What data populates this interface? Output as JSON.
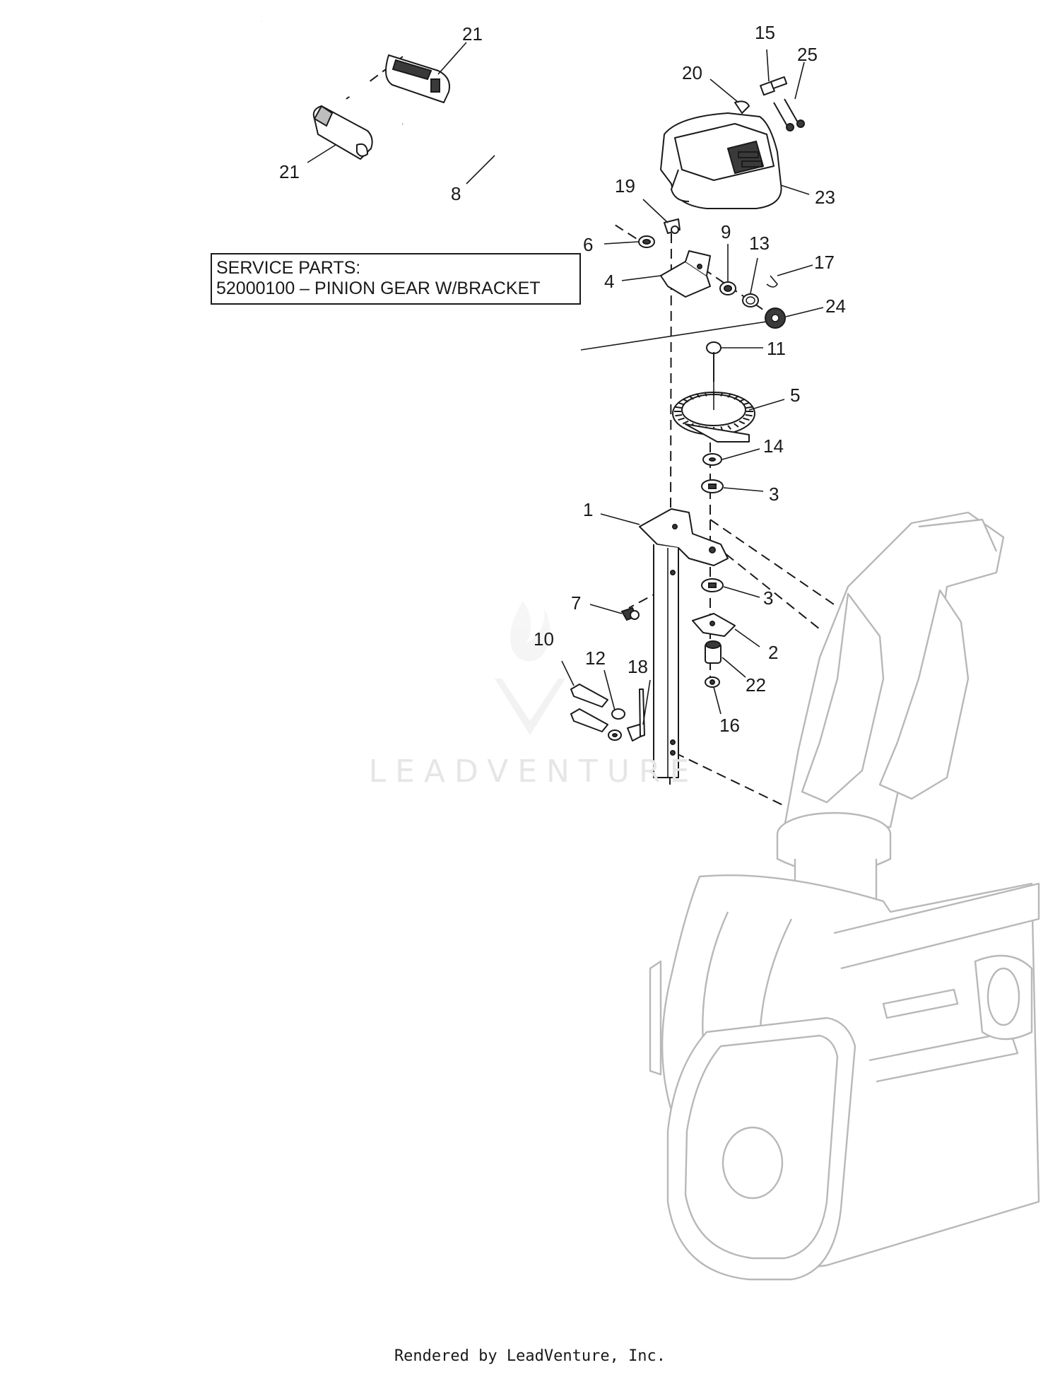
{
  "service_box": {
    "line1": "SERVICE PARTS:",
    "line2": "52000100 – PINION GEAR W/BRACKET"
  },
  "watermark": {
    "text": "LEADVENTURE"
  },
  "footer": {
    "text": "Rendered by LeadVenture, Inc."
  },
  "callouts": [
    "21",
    "21",
    "8",
    "15",
    "25",
    "20",
    "23",
    "19",
    "6",
    "9",
    "13",
    "17",
    "4",
    "24",
    "11",
    "5",
    "14",
    "3",
    "1",
    "7",
    "3",
    "2",
    "10",
    "12",
    "18",
    "22",
    "16"
  ]
}
